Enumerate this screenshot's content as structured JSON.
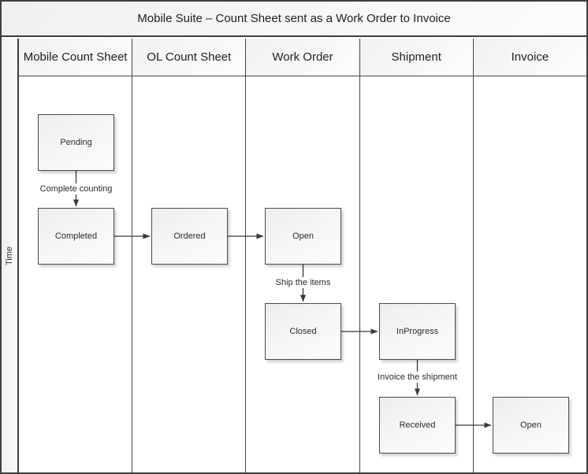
{
  "title": "Mobile Suite – Count Sheet sent as a Work Order to Invoice",
  "time_label": "Time",
  "lanes": [
    {
      "label": "Mobile Count Sheet"
    },
    {
      "label": "OL Count Sheet"
    },
    {
      "label": "Work Order"
    },
    {
      "label": "Shipment"
    },
    {
      "label": "Invoice"
    }
  ],
  "nodes": [
    {
      "id": "pending",
      "lane": "Mobile Count Sheet",
      "label": "Pending"
    },
    {
      "id": "completed",
      "lane": "Mobile Count Sheet",
      "label": "Completed"
    },
    {
      "id": "ordered",
      "lane": "OL Count Sheet",
      "label": "Ordered"
    },
    {
      "id": "open-work-order",
      "lane": "Work Order",
      "label": "Open"
    },
    {
      "id": "closed",
      "lane": "Work Order",
      "label": "Closed"
    },
    {
      "id": "in-progress",
      "lane": "Shipment",
      "label": "InProgress"
    },
    {
      "id": "received",
      "lane": "Shipment",
      "label": "Received"
    },
    {
      "id": "open-invoice",
      "lane": "Invoice",
      "label": "Open"
    }
  ],
  "edges": [
    {
      "from": "pending",
      "to": "completed",
      "label": "Complete counting"
    },
    {
      "from": "completed",
      "to": "ordered"
    },
    {
      "from": "ordered",
      "to": "open-work-order"
    },
    {
      "from": "open-work-order",
      "to": "closed",
      "label": "Ship the items"
    },
    {
      "from": "closed",
      "to": "in-progress"
    },
    {
      "from": "in-progress",
      "to": "received",
      "label": "Invoice the shipment"
    },
    {
      "from": "received",
      "to": "open-invoice"
    }
  ],
  "colors": {
    "frame_border": "#3e3e3e",
    "lane_line": "#454545",
    "node_border": "#4a4a4a",
    "connector": "#3a3a3a",
    "band_fill": "#f2f2f2",
    "body_fill": "#ffffff"
  }
}
